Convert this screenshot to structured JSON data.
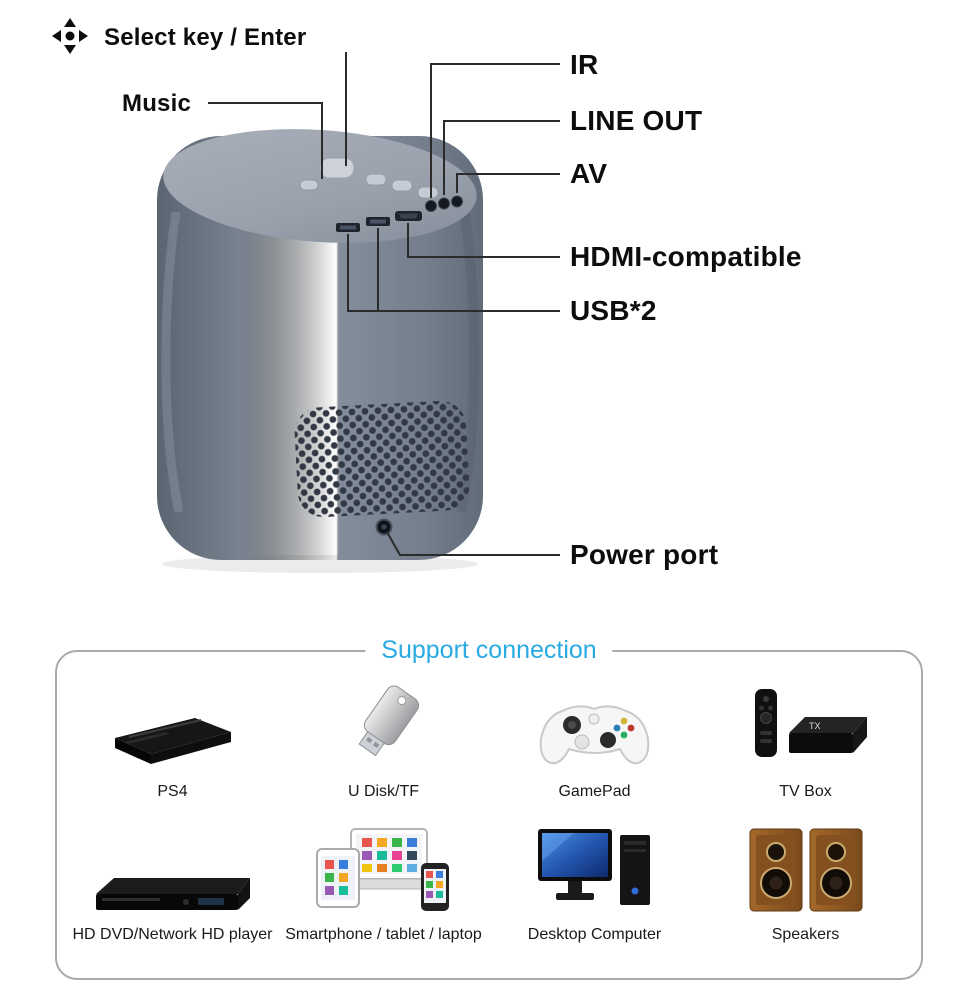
{
  "diagram": {
    "callouts": {
      "select_key": "Select key / Enter",
      "music": "Music",
      "ir": "IR",
      "line_out": "LINE OUT",
      "av": "AV",
      "hdmi": "HDMI-compatible",
      "usb": "USB*2",
      "power": "Power port"
    }
  },
  "support": {
    "title": "Support connection",
    "tv_box_logo": "TX",
    "items": [
      {
        "label": "PS4",
        "icon": "ps4-icon"
      },
      {
        "label": "U Disk/TF",
        "icon": "usb-drive-icon"
      },
      {
        "label": "GamePad",
        "icon": "gamepad-icon"
      },
      {
        "label": "TV Box",
        "icon": "tv-box-icon"
      },
      {
        "label": "HD DVD/Network HD player",
        "icon": "dvd-player-icon"
      },
      {
        "label": "Smartphone / tablet / laptop",
        "icon": "smart-devices-icon"
      },
      {
        "label": "Desktop Computer",
        "icon": "desktop-computer-icon"
      },
      {
        "label": "Speakers",
        "icon": "speakers-icon"
      }
    ]
  },
  "colors": {
    "accent": "#29abe2",
    "callout_line": "#2b2b2b"
  }
}
